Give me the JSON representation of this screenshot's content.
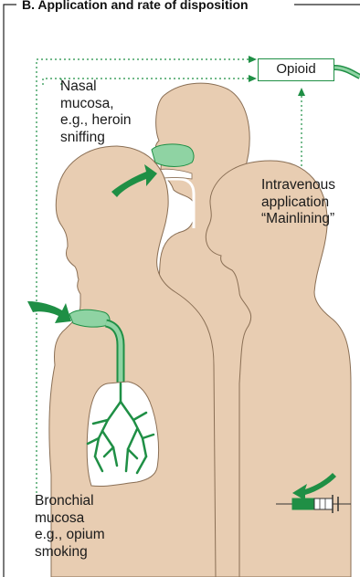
{
  "title": "B. Application and rate of disposition",
  "box_label": "Opioid",
  "labels": {
    "nasal": "Nasal\nmucosa,\ne.g., heroin\nsniffing",
    "intravenous": "Intravenous\napplication\n“Mainlining”",
    "bronchial": "Bronchial\nmucosa\ne.g., opium\nsmoking"
  },
  "colors": {
    "skin": "#e8cdb2",
    "outline": "#8a6f55",
    "green": "#1f8f45",
    "light_green": "#8fd3a3",
    "frame": "#222222"
  }
}
